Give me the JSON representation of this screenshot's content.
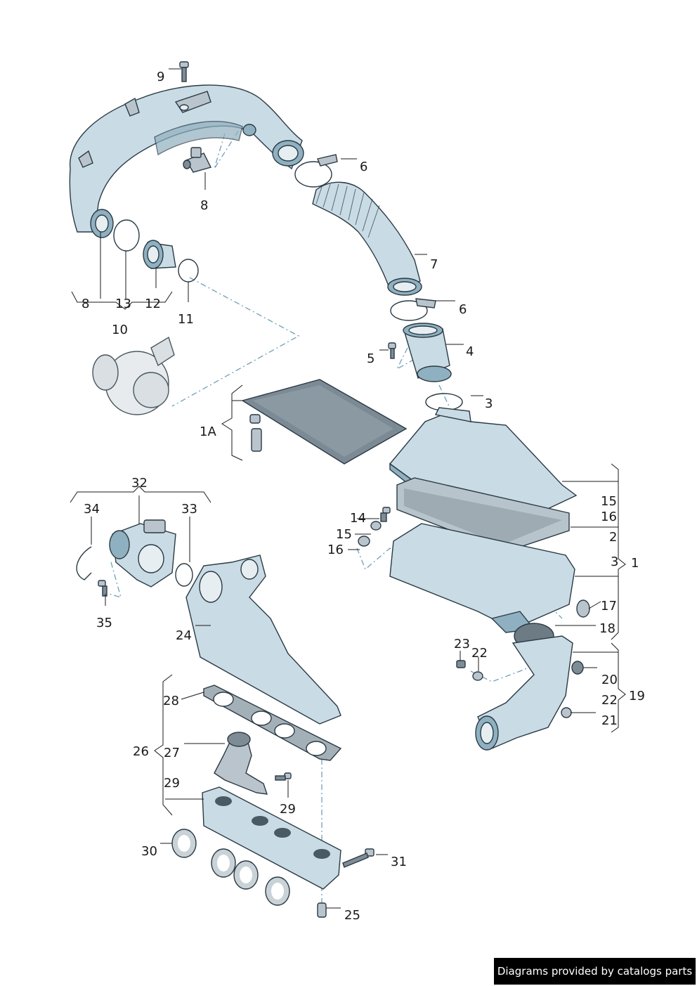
{
  "diagram": {
    "labels": [
      "9",
      "6",
      "8",
      "7",
      "8",
      "13",
      "12",
      "11",
      "10",
      "6",
      "5",
      "4",
      "3",
      "1A",
      "32",
      "34",
      "33",
      "15",
      "16",
      "14",
      "15",
      "16",
      "2",
      "3",
      "1",
      "35",
      "17",
      "24",
      "18",
      "23",
      "22",
      "20",
      "22",
      "19",
      "21",
      "28",
      "26",
      "27",
      "29",
      "29",
      "30",
      "31",
      "25"
    ]
  },
  "credit": {
    "text": "Diagrams provided by catalogs parts"
  },
  "colors": {
    "pipe_fill": "#c9dbe4",
    "pipe_shade": "#8fb0c0",
    "metal_fill": "#b9c4cc",
    "outline": "#2a3a44",
    "dash_line": "#6fa0b8",
    "credit_bg": "#000000"
  }
}
